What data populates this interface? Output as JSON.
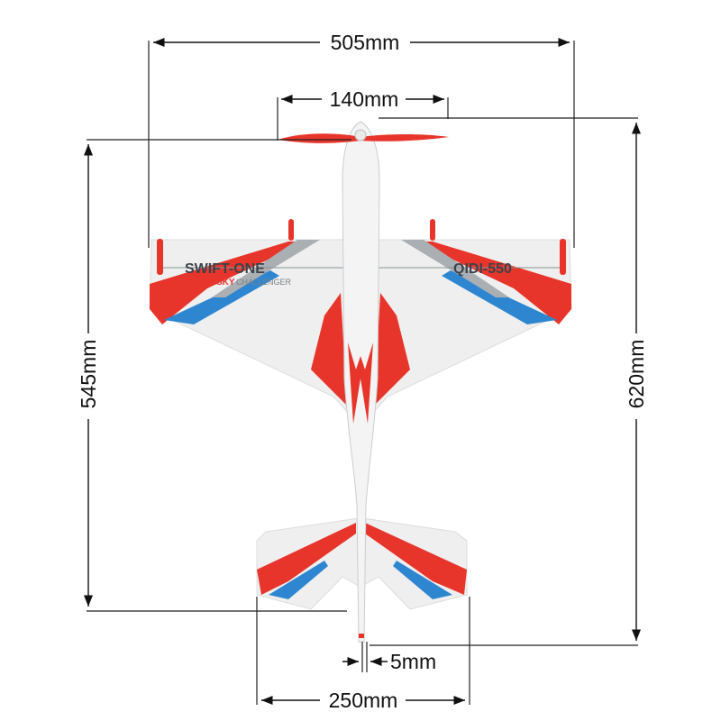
{
  "dimensions": {
    "wingspan": "505mm",
    "propeller": "140mm",
    "fuselage_length": "545mm",
    "overall_length": "620mm",
    "tail_thickness": "5mm",
    "tail_span": "250mm"
  },
  "decals": {
    "left_wing_title": "SWIFT-ONE",
    "left_wing_sub_accent": "SKY",
    "left_wing_sub": "CHALLENGER",
    "right_wing_title": "QIDI-550"
  },
  "colors": {
    "red": "#e8352b",
    "blue": "#2f86d0",
    "body": "#f1f1f1",
    "gray": "#9aa1a6",
    "line": "#222222"
  }
}
